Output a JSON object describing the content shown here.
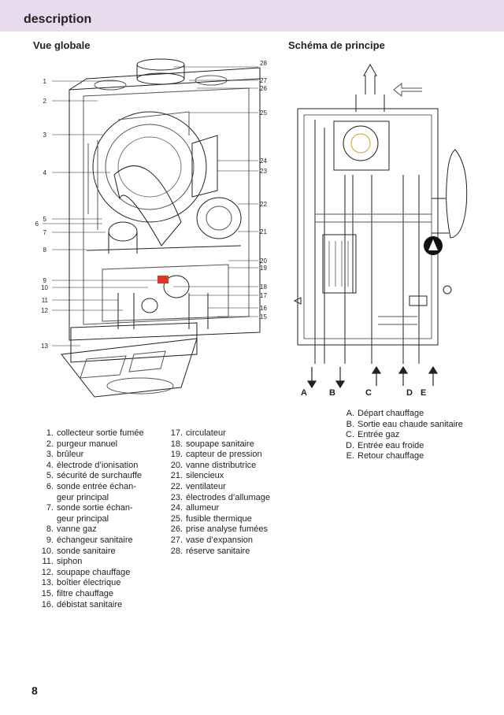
{
  "header": {
    "title": "description"
  },
  "sections": {
    "left_title": "Vue globale",
    "right_title": "Schéma de principe"
  },
  "figure_numbers": [
    "1",
    "2",
    "3",
    "4",
    "5",
    "6",
    "7",
    "8",
    "9",
    "10",
    "11",
    "12",
    "13",
    "15",
    "16",
    "17",
    "18",
    "19",
    "20",
    "21",
    "22",
    "23",
    "24",
    "25",
    "26",
    "27",
    "28"
  ],
  "figure_letters": [
    "A",
    "B",
    "C",
    "D",
    "E"
  ],
  "legend_left": [
    {
      "num": "1.",
      "text": "collecteur sortie fumée"
    },
    {
      "num": "2.",
      "text": "purgeur manuel"
    },
    {
      "num": "3.",
      "text": "brûleur"
    },
    {
      "num": "4.",
      "text": "électrode d’ionisation"
    },
    {
      "num": "5.",
      "text": "sécurité de surchauffe"
    },
    {
      "num": "6.",
      "text": "sonde entrée échan-"
    },
    {
      "num": "",
      "text": "geur principal"
    },
    {
      "num": "7.",
      "text": "sonde sortie échan-"
    },
    {
      "num": "",
      "text": "geur principal"
    },
    {
      "num": "8.",
      "text": "vanne gaz"
    },
    {
      "num": "9.",
      "text": "échangeur sanitaire"
    },
    {
      "num": "10.",
      "text": "sonde sanitaire"
    },
    {
      "num": "11.",
      "text": "siphon"
    },
    {
      "num": "12.",
      "text": "soupape chauffage"
    },
    {
      "num": "13.",
      "text": "boîtier électrique"
    },
    {
      "num": "15.",
      "text": "filtre chauffage"
    },
    {
      "num": "16.",
      "text": "débistat sanitaire"
    }
  ],
  "legend_mid": [
    {
      "num": "17.",
      "text": "circulateur"
    },
    {
      "num": "18.",
      "text": "soupape sanitaire"
    },
    {
      "num": "19.",
      "text": "capteur de pression"
    },
    {
      "num": "20.",
      "text": "vanne distributrice"
    },
    {
      "num": "21.",
      "text": "silencieux"
    },
    {
      "num": "22.",
      "text": "ventilateur"
    },
    {
      "num": "23.",
      "text": "électrodes d’allumage"
    },
    {
      "num": "24.",
      "text": "allumeur"
    },
    {
      "num": "25.",
      "text": "fusible thermique"
    },
    {
      "num": "26.",
      "text": "prise analyse fumées"
    },
    {
      "num": "27.",
      "text": "vase d’expansion"
    },
    {
      "num": "28.",
      "text": "réserve sanitaire"
    }
  ],
  "legend_right": [
    {
      "num": "A.",
      "text": "Départ chauffage"
    },
    {
      "num": "B.",
      "text": "Sortie eau chaude sanitaire"
    },
    {
      "num": "C.",
      "text": "Entrée gaz"
    },
    {
      "num": "D.",
      "text": "Entrée eau froide"
    },
    {
      "num": "E.",
      "text": "Retour chauffage"
    }
  ],
  "page_number": "8",
  "colors": {
    "header_band": "#e6dced",
    "circulator": "#111111"
  }
}
